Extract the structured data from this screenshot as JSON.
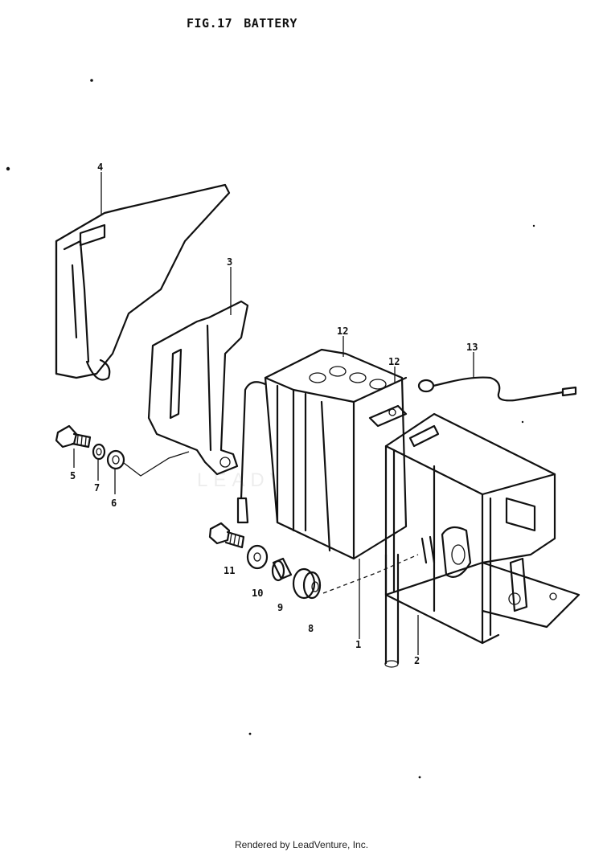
{
  "figure": {
    "number": "FIG.17",
    "title": "BATTERY"
  },
  "callouts": [
    "1",
    "2",
    "3",
    "4",
    "5",
    "6",
    "7",
    "8",
    "9",
    "10",
    "11",
    "12",
    "12",
    "13"
  ],
  "watermark": "LEADVENTURE",
  "footer": "Rendered by LeadVenture, Inc."
}
